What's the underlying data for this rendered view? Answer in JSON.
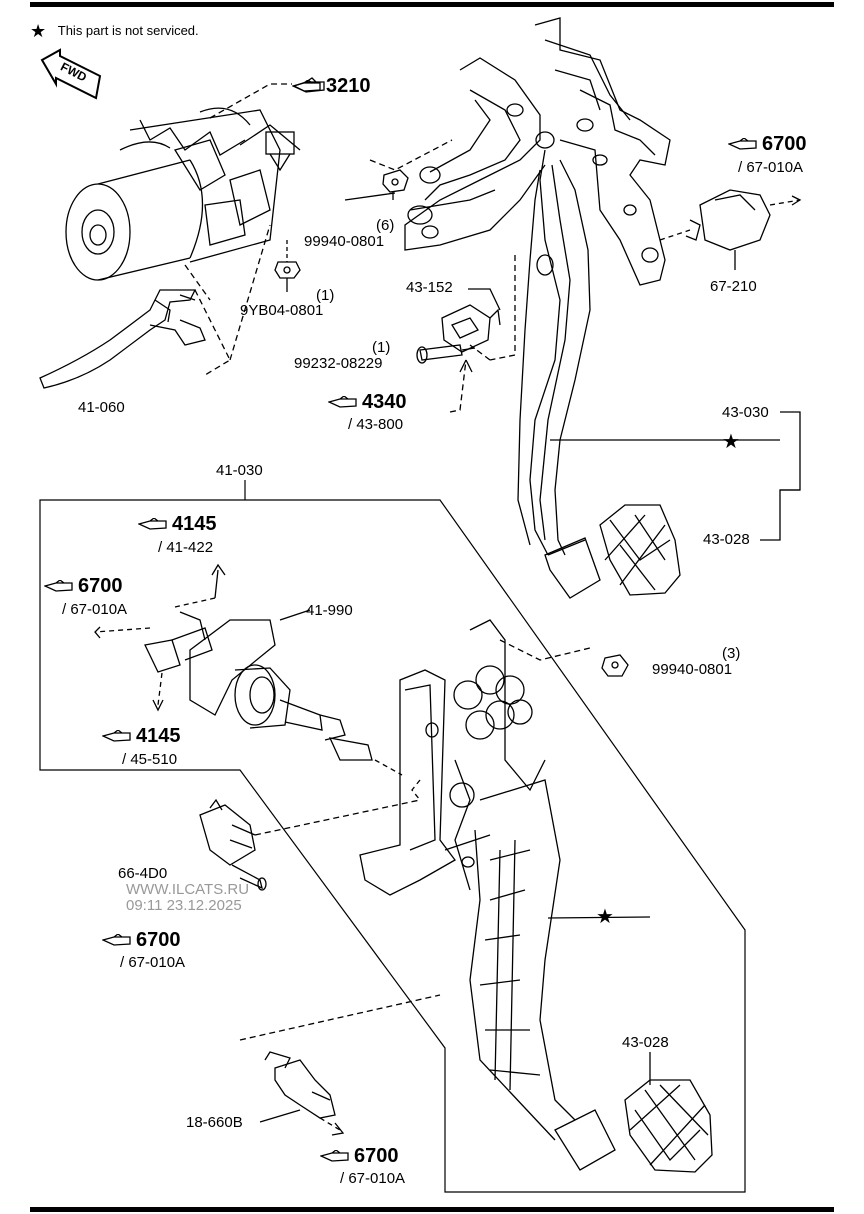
{
  "legend": {
    "star": "★",
    "text": "This part is not serviced."
  },
  "fwd": "FWD",
  "refs": {
    "r3210": {
      "num": "3210"
    },
    "r6700a": {
      "num": "6700",
      "sub": "/ 67-010A"
    },
    "r4340": {
      "num": "4340",
      "sub": "/ 43-800"
    },
    "r4145a": {
      "num": "4145",
      "sub": "/ 41-422"
    },
    "r6700b": {
      "num": "6700",
      "sub": "/ 67-010A"
    },
    "r4145b": {
      "num": "4145",
      "sub": "/ 45-510"
    },
    "r6700c": {
      "num": "6700",
      "sub": "/ 67-010A"
    },
    "r6700d": {
      "num": "6700",
      "sub": "/ 67-010A"
    }
  },
  "parts": {
    "p99940_0801_top": {
      "label": "99940-0801",
      "qty": "(6)"
    },
    "p9YB04": {
      "label": "9YB04-0801",
      "qty": "(1)"
    },
    "p41_060": {
      "label": "41-060"
    },
    "p43_152": {
      "label": "43-152"
    },
    "p99232": {
      "label": "99232-08229",
      "qty": "(1)"
    },
    "p67_210": {
      "label": "67-210"
    },
    "p43_030": {
      "label": "43-030"
    },
    "p43_028_top": {
      "label": "43-028"
    },
    "p41_030": {
      "label": "41-030"
    },
    "p41_990": {
      "label": "41-990"
    },
    "p99940_0801_mid": {
      "label": "99940-0801",
      "qty": "(3)"
    },
    "p66_4D0": {
      "label": "66-4D0"
    },
    "p43_028_bot": {
      "label": "43-028"
    },
    "p18_660B": {
      "label": "18-660B"
    }
  },
  "watermark": {
    "line1": "WWW.ILCATS.RU",
    "line2": "09:11 23.12.2025"
  },
  "colors": {
    "ink": "#000000",
    "watermark": "#999999"
  }
}
